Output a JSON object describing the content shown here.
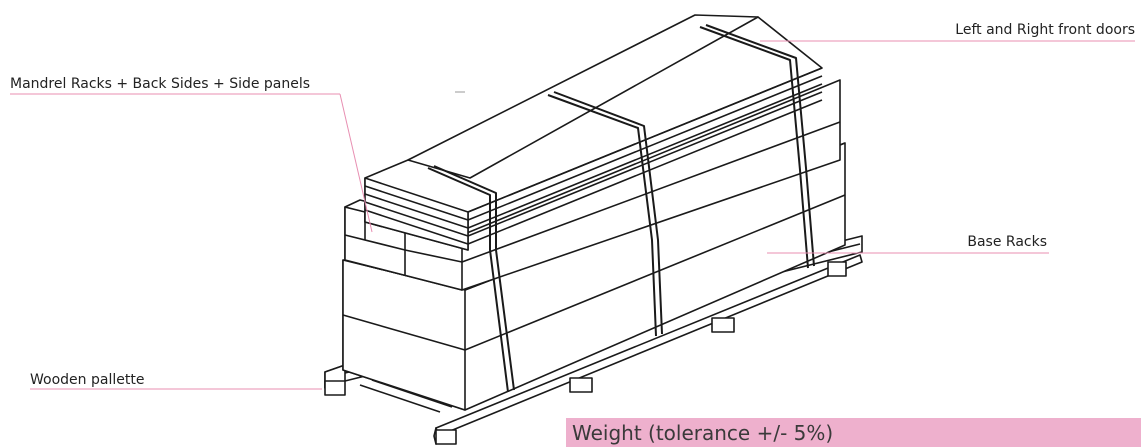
{
  "labels": {
    "doors": "Left and Right front doors",
    "mandrel": "Mandrel Racks + Back Sides + Side panels",
    "base": "Base Racks",
    "pallet": "Wooden pallette"
  },
  "weight_title": "Weight (tolerance +/- 5%)",
  "colors": {
    "leader": "#e88fb2",
    "weight_bar": "#eeb0cd",
    "line": "#1a1a1a"
  }
}
